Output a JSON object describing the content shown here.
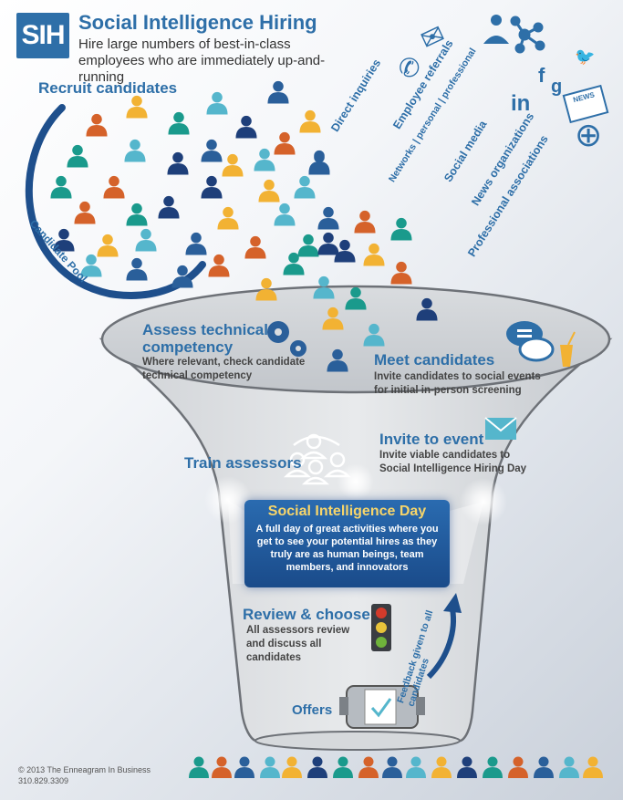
{
  "header": {
    "logo_text": "SIH",
    "title": "Social Intelligence Hiring",
    "subtitle": "Hire large numbers of best-in-class employees who are immediately up-and-running"
  },
  "recruit": {
    "label": "Recruit candidates",
    "pool_label": "Candidate Pool"
  },
  "sources": [
    {
      "label": "Direct inquiries"
    },
    {
      "label": "Employee referrals"
    },
    {
      "label": "Networks | personal | professional"
    },
    {
      "label": "Social media"
    },
    {
      "label": "News organizations"
    },
    {
      "label": "Professional associations"
    }
  ],
  "source_icons": {
    "phone": "✆",
    "mail": "✉",
    "linkedin": "in",
    "facebook": "f",
    "google": "g",
    "twitter": "🐦",
    "news": "NEWS",
    "globe": "⊕"
  },
  "stages": {
    "assess": {
      "title": "Assess technical competency",
      "desc": "Where relevant, check candidate technical competency"
    },
    "meet": {
      "title": "Meet candidates",
      "desc": "Invite candidates to social events for initial in-person screening"
    },
    "invite": {
      "title": "Invite to event",
      "desc": "Invite viable candidates to Social Intelligence Hiring Day"
    },
    "train": {
      "title": "Train assessors"
    },
    "sid": {
      "title": "Social Intelligence Day",
      "desc": "A full day of great activities where you get to see your potential hires as they truly are as human beings, team members, and innovators"
    },
    "review": {
      "title": "Review & choose",
      "desc": "All assessors review and discuss all candidates"
    },
    "feedback": {
      "label": "Feedback given to all candidates"
    },
    "offers": {
      "title": "Offers"
    }
  },
  "footer": {
    "copyright": "© 2013 The Enneagram In Business",
    "phone": "310.829.3309"
  },
  "colors": {
    "blue": "#2e6fa8",
    "navy": "#1e3f7a",
    "teal": "#1a9a8c",
    "orange": "#d5622a",
    "yellow": "#f2b233",
    "cyan": "#55b6cc",
    "dark_blue": "#2a5f9a"
  }
}
